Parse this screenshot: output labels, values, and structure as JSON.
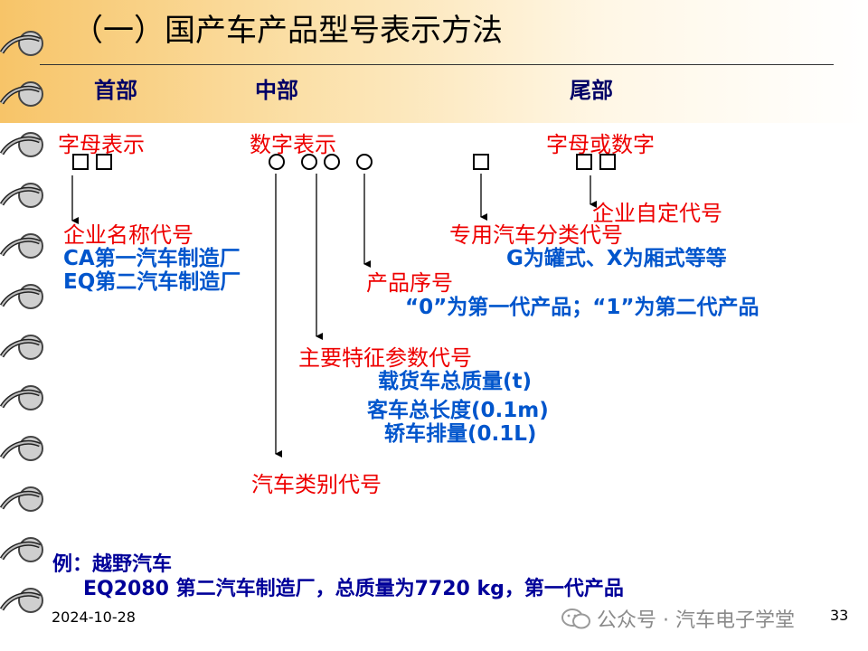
{
  "slide": {
    "title": "（一）国产车产品型号表示方法",
    "sections": {
      "head": "首部",
      "middle": "中部",
      "tail": "尾部"
    },
    "categories": {
      "letter": "字母表示",
      "digit": "数字表示",
      "letter_or_digit": "字母或数字"
    },
    "labels": {
      "enterprise_code": "企业名称代号",
      "enterprise_ex1": "CA第一汽车制造厂",
      "enterprise_ex2": "EQ第二汽车制造厂",
      "custom_code": "企业自定代号",
      "special_code": "专用汽车分类代号",
      "special_ex": "G为罐式、X为厢式等等",
      "product_seq": "产品序号",
      "product_seq_ex": "“0”为第一代产品；“1”为第二代产品",
      "main_param": "主要特征参数代号",
      "main_param_ex1": "载货车总质量(t)",
      "main_param_ex2": "客车总长度(0.1m)",
      "main_param_ex3": "轿车排量(0.1L)",
      "vehicle_type": "汽车类别代号"
    },
    "example": {
      "label": "例：越野汽车",
      "text": "EQ2080  第二汽车制造厂，总质量为7720 kg，第一代产品"
    },
    "footer": {
      "date": "2024-10-28",
      "page": "33",
      "watermark": "公众号 · 汽车电子学堂"
    },
    "colors": {
      "header_gradient_start": "#f7c468",
      "red": "#ee0000",
      "blue": "#0055cc",
      "navy": "#000066"
    }
  }
}
